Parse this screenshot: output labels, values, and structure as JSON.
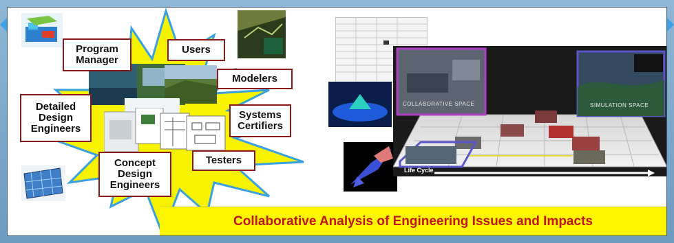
{
  "roles": {
    "program_manager": "Program\nManager",
    "users": "Users",
    "modelers": "Modelers",
    "detailed_design_engineers": "Detailed\nDesign\nEngineers",
    "systems_certifiers": "Systems\nCertifiers",
    "concept_design_engineers": "Concept\nDesign\nEngineers",
    "testers": "Testers"
  },
  "visualization": {
    "collaborative_space_label": "COLLABORATIVE SPACE",
    "simulation_space_label": "SIMULATION SPACE",
    "life_cycle_label": "Life Cycle"
  },
  "banner": {
    "title": "Collaborative Analysis of Engineering Issues and Impacts"
  },
  "colors": {
    "starburst_fill": "#f6f200",
    "starburst_stroke": "#3aa0e0",
    "role_border": "#8b1a1a",
    "banner_bg": "#fff700",
    "banner_text": "#c0151a",
    "collab_frame": "#b23cc6",
    "sim_frame": "#5a56c8"
  }
}
